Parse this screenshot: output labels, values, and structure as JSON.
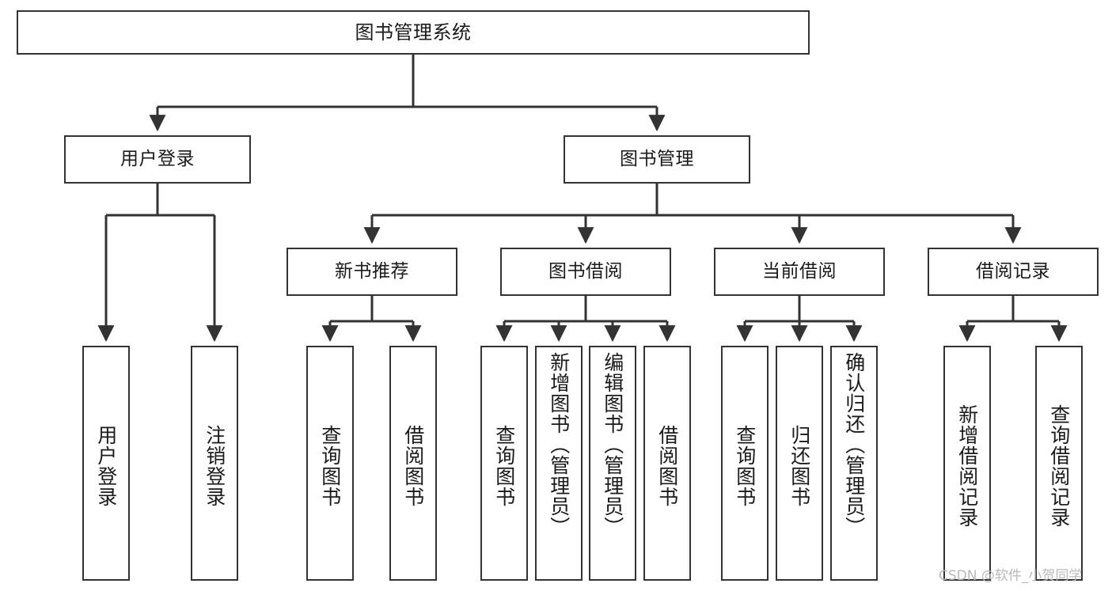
{
  "diagram": {
    "title": "图书管理系统",
    "type": "tree-hierarchy",
    "stroke_color": "#333333",
    "text_color": "#1a1a1a",
    "background_color": "#ffffff",
    "nodes": {
      "root": {
        "label": "图书管理系统"
      },
      "level2": [
        {
          "id": "user-login",
          "label": "用户登录"
        },
        {
          "id": "book-manage",
          "label": "图书管理"
        }
      ],
      "level3": [
        {
          "id": "new-book-recommend",
          "label": "新书推荐"
        },
        {
          "id": "book-borrow",
          "label": "图书借阅"
        },
        {
          "id": "current-borrow",
          "label": "当前借阅"
        },
        {
          "id": "borrow-record",
          "label": "借阅记录"
        }
      ],
      "leaves": [
        {
          "id": "leaf-user-login",
          "label": "用户登录",
          "parent": "user-login"
        },
        {
          "id": "leaf-logout-login",
          "label": "注销登录",
          "parent": "user-login"
        },
        {
          "id": "leaf-query-book-1",
          "label": "查询图书",
          "parent": "new-book-recommend"
        },
        {
          "id": "leaf-borrow-book-1",
          "label": "借阅图书",
          "parent": "new-book-recommend"
        },
        {
          "id": "leaf-query-book-2",
          "label": "查询图书",
          "parent": "book-borrow"
        },
        {
          "id": "leaf-add-book",
          "label": "新增图书（管理员）",
          "parent": "book-borrow"
        },
        {
          "id": "leaf-edit-book",
          "label": "编辑图书（管理员）",
          "parent": "book-borrow"
        },
        {
          "id": "leaf-borrow-book-2",
          "label": "借阅图书",
          "parent": "book-borrow"
        },
        {
          "id": "leaf-query-book-3",
          "label": "查询图书",
          "parent": "current-borrow"
        },
        {
          "id": "leaf-return-book",
          "label": "归还图书",
          "parent": "current-borrow"
        },
        {
          "id": "leaf-confirm-return",
          "label": "确认归还（管理员）",
          "parent": "current-borrow"
        },
        {
          "id": "leaf-add-record",
          "label": "新增借阅记录",
          "parent": "borrow-record"
        },
        {
          "id": "leaf-query-record",
          "label": "查询借阅记录",
          "parent": "borrow-record"
        }
      ]
    }
  },
  "watermark": {
    "text": "CSDN @软件_小贺同学"
  }
}
